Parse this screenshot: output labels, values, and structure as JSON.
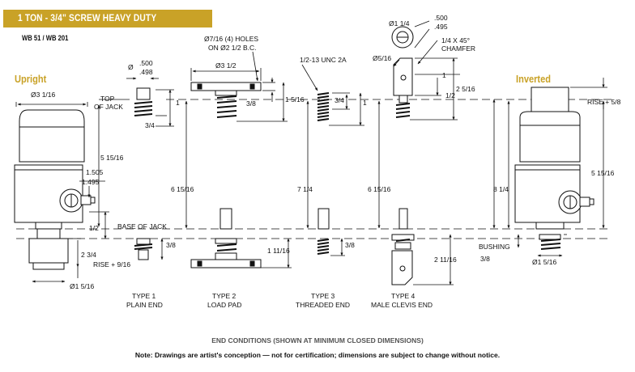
{
  "header": {
    "title": "1 TON - 3/4\" SCREW HEAVY DUTY",
    "models": "WB 51 / WB 201",
    "accent_color": "#c9a227"
  },
  "views": {
    "upright": "Upright",
    "inverted": "Inverted"
  },
  "dimensions": {
    "upright_dia_top": "Ø3 1/16",
    "top_of_jack": [
      "TOP",
      "OF JACK"
    ],
    "height_body": "5 15/16",
    "tol_1": "1.505",
    "tol_2": "1.495",
    "base_of_jack": "BASE OF JACK",
    "half": "1/2",
    "two_three_quarter": "2 3/4",
    "rise_9_16": "RISE + 9/16",
    "dia_bottom": "Ø1 5/16",
    "shank_dia_hi": ".500",
    "shank_dia_lo": ".498",
    "dia_symbol": "Ø",
    "one": "1",
    "three_quarter": "3/4",
    "three_eighths": "3/8",
    "holes_1": "Ø7/16 (4) HOLES",
    "holes_2": "ON Ø2 1/2 B.C.",
    "pad_dia": "Ø3 1/2",
    "one_five_sixteenths": "1 5/16",
    "unc": "1/2-13 UNC 2A",
    "six_fifteen_sixteenths": "6 15/16",
    "seven_quarter": "7 1/4",
    "one_eleven_sixteenths": "1 11/16",
    "clevis_dia": "Ø1 1/4",
    "clevis_w_hi": ".500",
    "clevis_w_lo": ".495",
    "chamfer_1": "1/4 X 45°",
    "chamfer_2": "CHAMFER",
    "pin_dia": "Ø5/16",
    "two_five_sixteenths": "2 5/16",
    "two_eleven_sixteenths": "2 11/16",
    "eight_quarter": "8 1/4",
    "rise_5_8": "RISE + 5/8",
    "bushing": "BUSHING",
    "inv_dia_bottom": "Ø1 5/16"
  },
  "types": [
    {
      "name": "TYPE 1",
      "desc": "PLAIN END"
    },
    {
      "name": "TYPE 2",
      "desc": "LOAD PAD"
    },
    {
      "name": "TYPE 3",
      "desc": "THREADED END"
    },
    {
      "name": "TYPE 4",
      "desc": "MALE CLEVIS END"
    }
  ],
  "footer": {
    "caption": "END CONDITIONS (SHOWN AT MINIMUM CLOSED DIMENSIONS)",
    "note": "Note: Drawings are artist's conception — not for certification; dimensions are subject to change without notice."
  }
}
